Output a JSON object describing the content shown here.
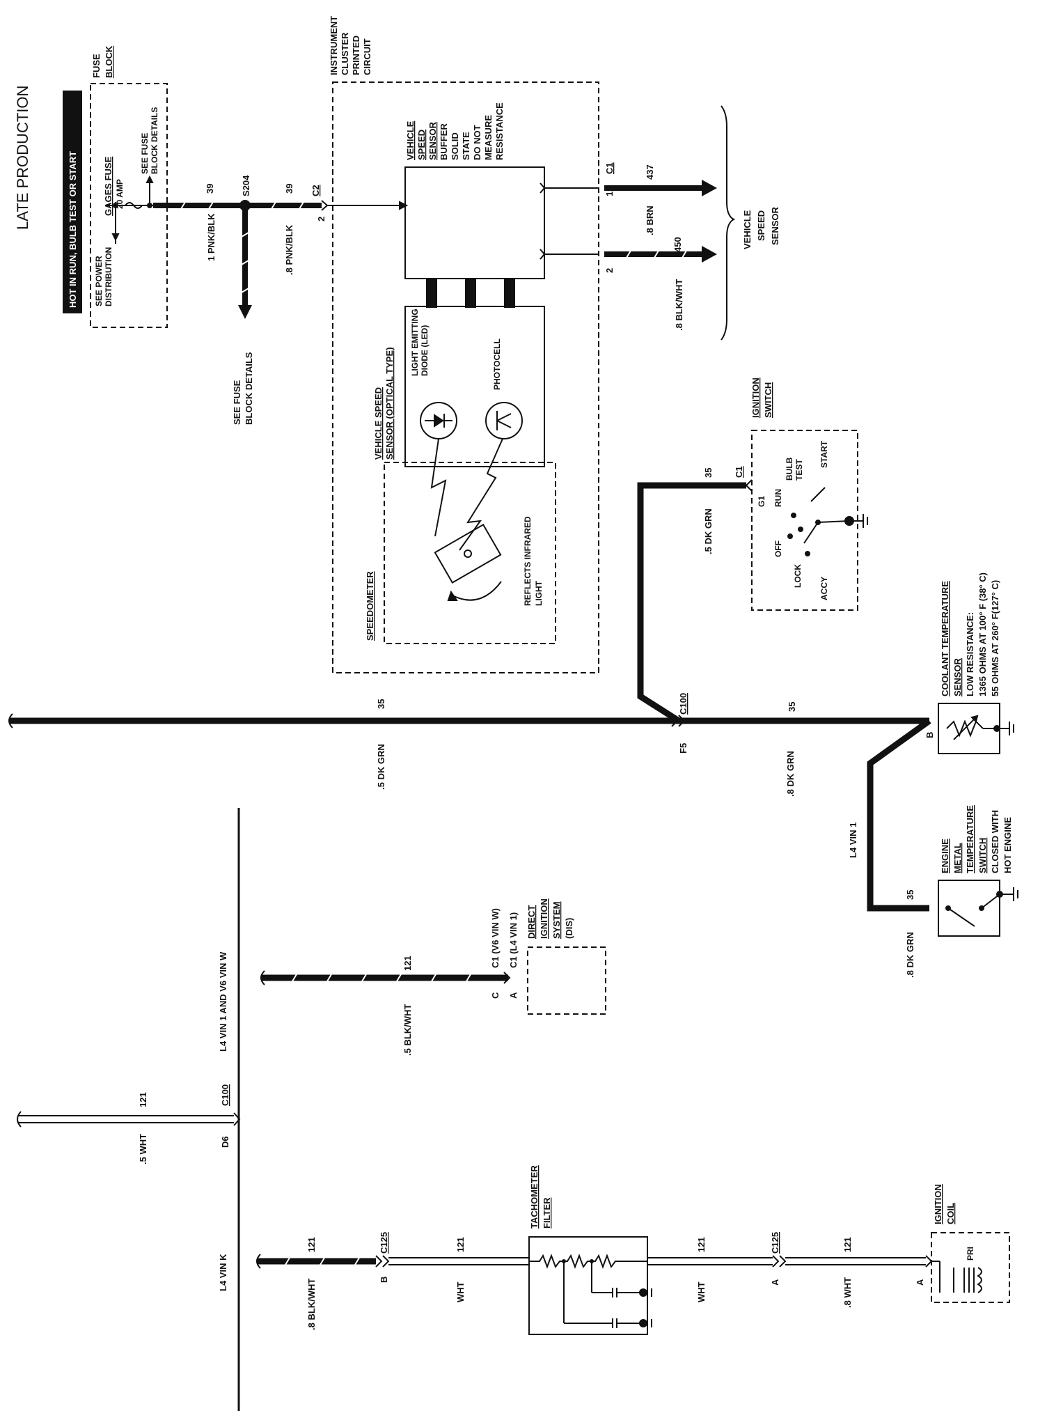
{
  "page_title": "LATE PRODUCTION",
  "hot_banner": "HOT IN RUN, BULB TEST OR START",
  "fuse_block": {
    "title_1": "FUSE",
    "title_2": "BLOCK",
    "fuse_name": "GAGES FUSE",
    "fuse_rating": "20 AMP",
    "see_fuse_details_1": "SEE FUSE",
    "see_fuse_details_2": "BLOCK DETAILS",
    "see_power_1": "SEE POWER",
    "see_power_2": "DISTRIBUTION"
  },
  "power_feed": {
    "wire1_label": "1 PNK/BLK",
    "wire1_circuit": "39",
    "splice": "S204",
    "wire2_label": ".8 PNK/BLK",
    "wire2_circuit": "39",
    "see_fuse_1": "SEE FUSE",
    "see_fuse_2": "BLOCK DETAILS"
  },
  "cluster": {
    "title_1": "INSTRUMENT",
    "title_2": "CLUSTER",
    "title_3": "PRINTED",
    "title_4": "CIRCUIT",
    "c2_label": "C2",
    "c2_pin": "2",
    "buffer_1": "VEHICLE",
    "buffer_2": "SPEED",
    "buffer_3": "SENSOR",
    "buffer_4": "BUFFER",
    "buffer_5": "SOLID",
    "buffer_6": "STATE",
    "buffer_7": "DO NOT",
    "buffer_8": "MEASURE",
    "buffer_9": "RESISTANCE",
    "optical_1": "VEHICLE SPEED",
    "optical_2": "SENSOR (OPTICAL TYPE)",
    "led_1": "LIGHT EMITTING",
    "led_2": "DIODE (LED)",
    "photocell": "PHOTOCELL",
    "speedometer": "SPEEDOMETER",
    "reflects_1": "REFLECTS INFRARED",
    "reflects_2": "LIGHT",
    "c1_label": "C1",
    "pin1": "1",
    "pin2": "2"
  },
  "vss_outputs": {
    "w1_label": ".8 BRN",
    "w1_circuit": "437",
    "w2_label": ".8 BLK/WHT",
    "w2_circuit": "450",
    "vss_1": "VEHICLE",
    "vss_2": "SPEED",
    "vss_3": "SENSOR"
  },
  "ignition_switch": {
    "title_1": "IGNITION",
    "title_2": "SWITCH",
    "c1": "C1",
    "pin": "G1",
    "run": "RUN",
    "bulb_1": "BULB",
    "bulb_2": "TEST",
    "start": "START",
    "off": "OFF",
    "lock": "LOCK",
    "accy": "ACCY",
    "wire_label": ".5 DK GRN",
    "wire_circuit": "35"
  },
  "main_bus": {
    "left_label": ".5 DK GRN",
    "left_circuit": "35",
    "c100": "C100",
    "f5": "F5",
    "right_label": ".8 DK GRN",
    "right_circuit": "35"
  },
  "coolant_sensor": {
    "title_1": "COOLANT TEMPERATURE",
    "title_2": "SENSOR",
    "low_res": "LOW RESISTANCE:",
    "r1": "1365 OHMS AT 100° F (38° C)",
    "r2": "55 OHMS AT 260° F(127° C)",
    "pin_b": "B",
    "vin_label": "L4 VIN 1"
  },
  "metal_switch": {
    "title_1": "ENGINE",
    "title_2": "METAL",
    "title_3": "TEMPERATURE",
    "title_4": "SWITCH",
    "title_5": "CLOSED WITH",
    "title_6": "HOT ENGINE",
    "wire_label": ".8 DK GRN",
    "wire_circuit": "35"
  },
  "dis": {
    "vin_label": "L4 VIN 1 AND V6 VIN W",
    "wire_label": ".5 BLK/WHT",
    "wire_circuit": "121",
    "pin_c": "C",
    "pin_a": "A",
    "c1_v6": "C1 (V6 VIN W)",
    "c1_l4": "C1 (L4 VIN 1)",
    "title_1": "DIRECT",
    "title_2": "IGNITION",
    "title_3": "SYSTEM",
    "title_4": "(DIS)"
  },
  "wht_branch": {
    "c100": "C100",
    "d6": "D6",
    "wire_label": ".5 WHT",
    "wire_circuit": "121"
  },
  "tach": {
    "vin_label": "L4 VIN K",
    "w1_label": ".8 BLK/WHT",
    "w1_circuit": "121",
    "c125_left": "C125",
    "pin_b": "B",
    "w2_label": "WHT",
    "w2_circuit": "121",
    "filter_1": "TACHOMETER",
    "filter_2": "FILTER",
    "w3_label": "WHT",
    "w3_circuit": "121",
    "c125_right": "C125",
    "pin_a": "A",
    "w4_label": ".8 WHT",
    "w4_circuit": "121",
    "coil_pin": "A",
    "coil_1": "IGNITION",
    "coil_2": "COIL",
    "pri": "PRI"
  }
}
